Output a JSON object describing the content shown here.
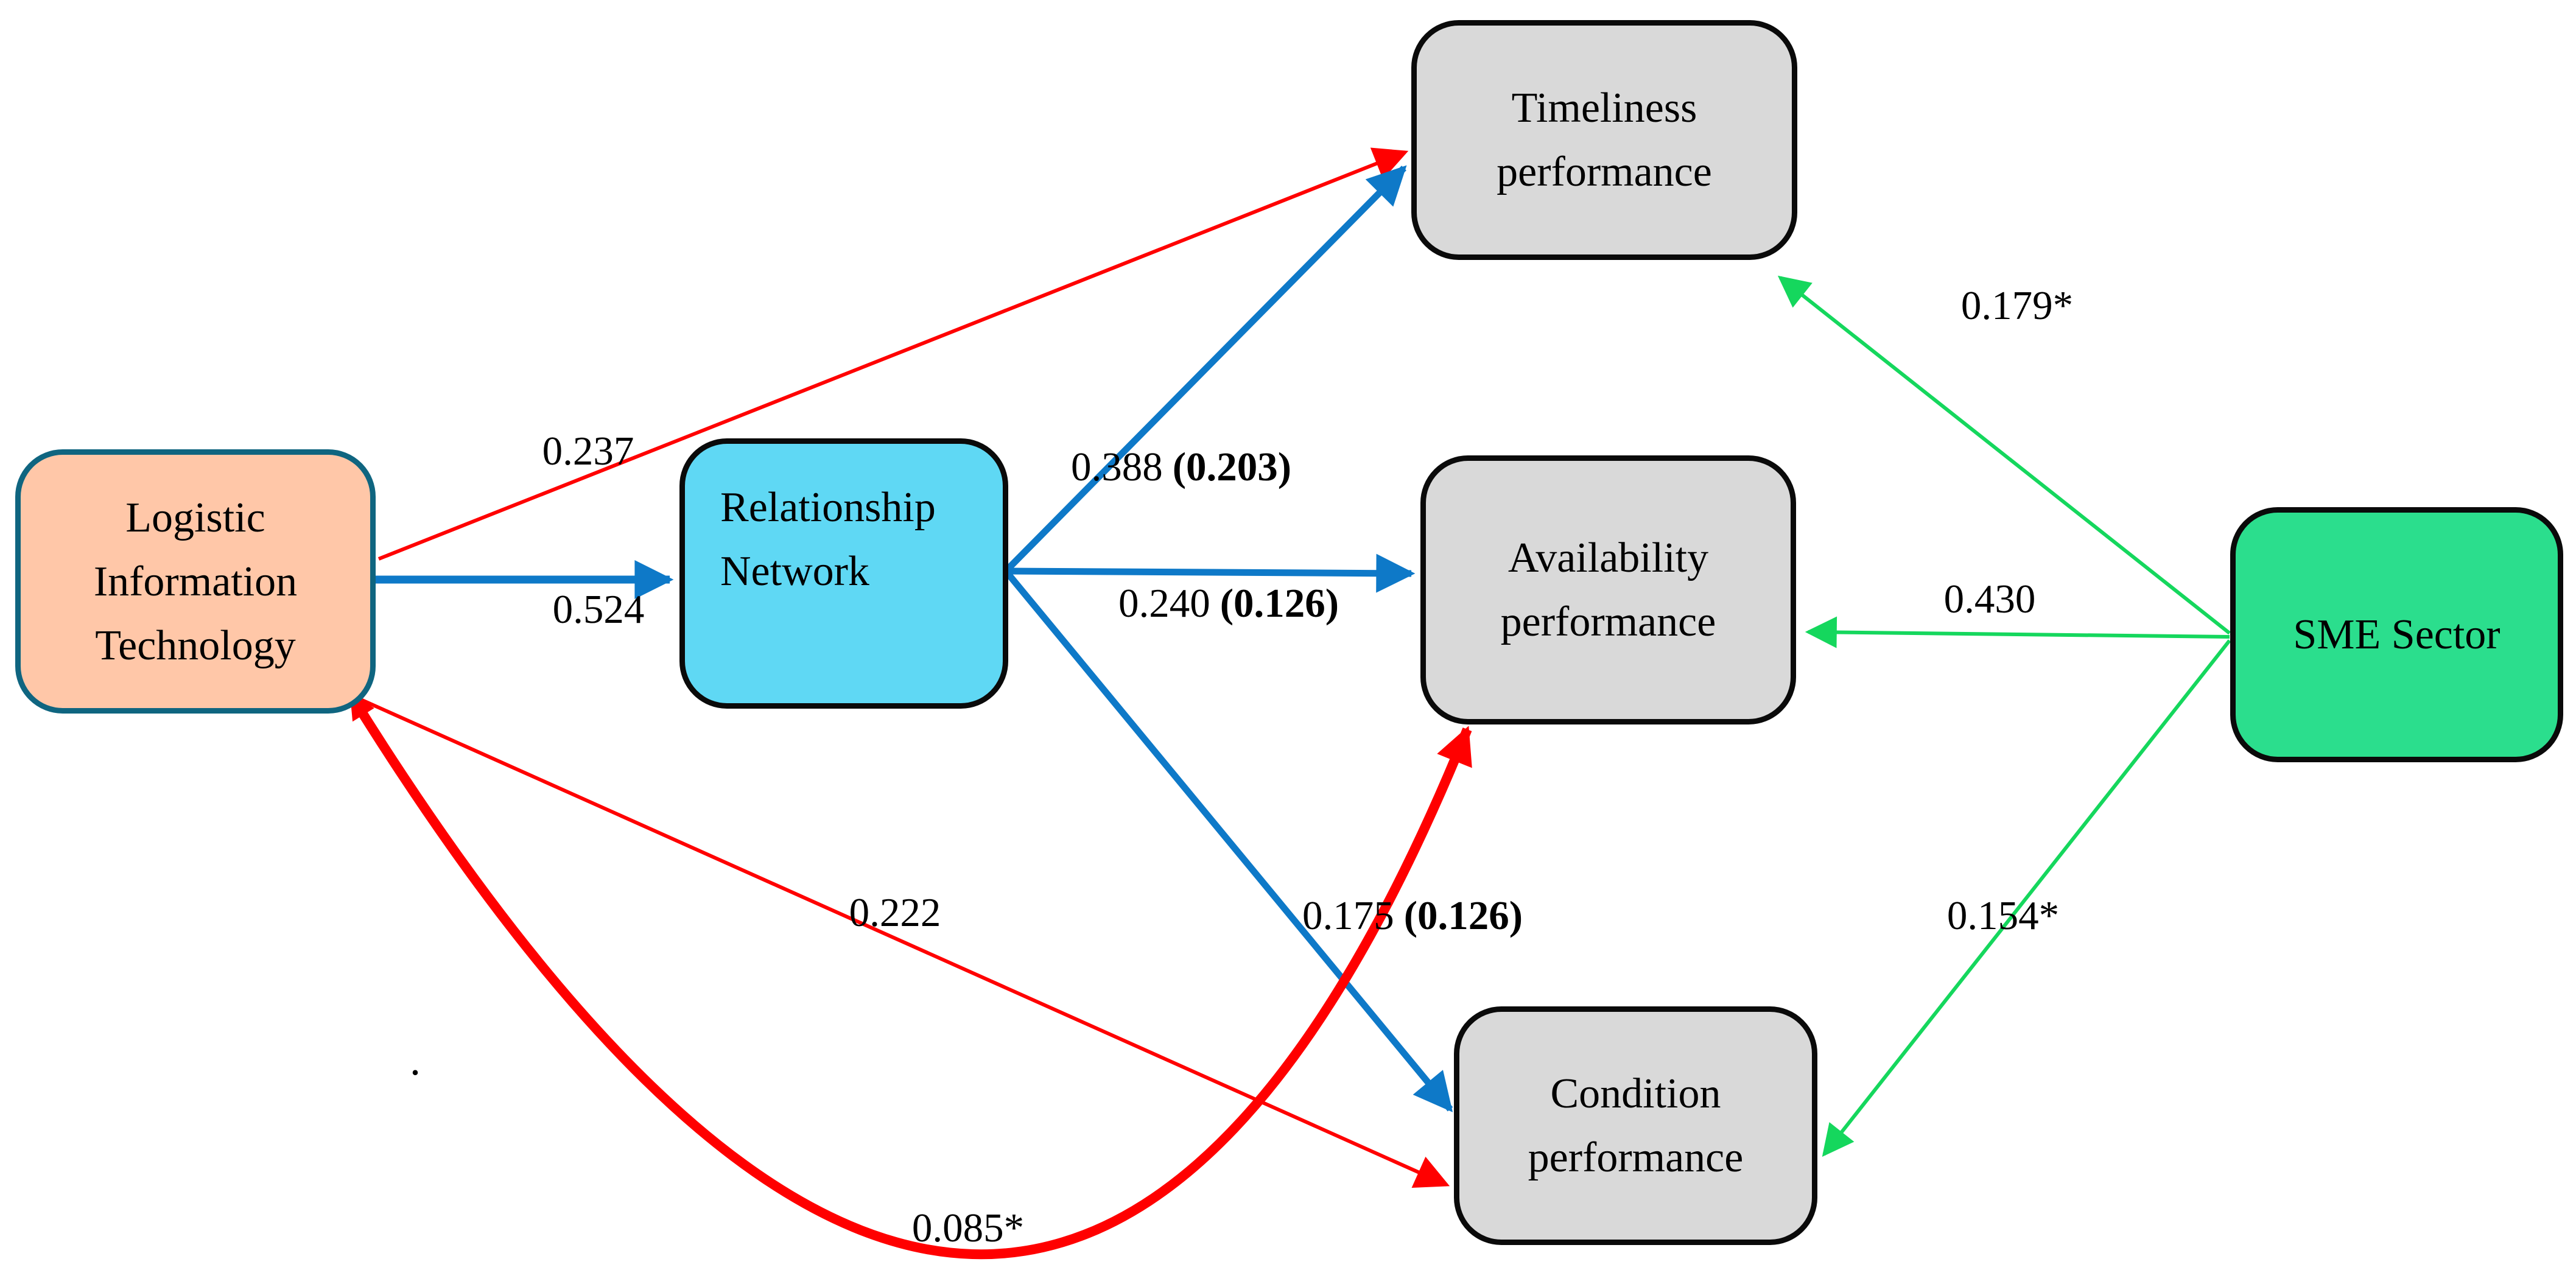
{
  "diagram": {
    "type": "structural-path-model",
    "nodes": [
      {
        "id": "lit",
        "label": "Logistic Information Technology",
        "fill": "#FFC7A8",
        "border": "#0F6580",
        "role": "exogenous-construct"
      },
      {
        "id": "rn",
        "label": "Relationship Network",
        "fill": "#5FD8F4",
        "border": "#000000",
        "role": "mediator-construct"
      },
      {
        "id": "timeliness",
        "label": "Timeliness performance",
        "fill": "#D9D9D9",
        "border": "#000000",
        "role": "outcome-construct"
      },
      {
        "id": "availability",
        "label": "Availability performance",
        "fill": "#D9D9D9",
        "border": "#000000",
        "role": "outcome-construct"
      },
      {
        "id": "condition",
        "label": "Condition performance",
        "fill": "#D9D9D9",
        "border": "#000000",
        "role": "outcome-construct"
      },
      {
        "id": "sme",
        "label": "SME Sector",
        "fill": "#2BDE8D",
        "border": "#000000",
        "role": "moderator-construct"
      }
    ],
    "edges": [
      {
        "from": "lit",
        "to": "timeliness",
        "coefficient": "0.237",
        "indirect": "",
        "color": "#FF0000"
      },
      {
        "from": "lit",
        "to": "rn",
        "coefficient": "0.524",
        "indirect": "",
        "color": "#0E79C8"
      },
      {
        "from": "rn",
        "to": "timeliness",
        "coefficient": "0.388",
        "indirect": "(0.203)",
        "color": "#0E79C8"
      },
      {
        "from": "rn",
        "to": "availability",
        "coefficient": "0.240",
        "indirect": "(0.126)",
        "color": "#0E79C8"
      },
      {
        "from": "rn",
        "to": "condition",
        "coefficient": "0.175",
        "indirect": "(0.126)",
        "color": "#0E79C8"
      },
      {
        "from": "lit",
        "to": "condition",
        "coefficient": "0.222",
        "indirect": "",
        "color": "#FF0000"
      },
      {
        "from": "lit",
        "to": "availability",
        "coefficient": "0.085*",
        "indirect": "",
        "color": "#FF0000",
        "shape": "curved",
        "double_headed": true
      },
      {
        "from": "sme",
        "to": "timeliness",
        "coefficient": "0.179*",
        "indirect": "",
        "color": "#15D75D"
      },
      {
        "from": "sme",
        "to": "availability",
        "coefficient": "0.430",
        "indirect": "",
        "color": "#15D75D"
      },
      {
        "from": "sme",
        "to": "condition",
        "coefficient": "0.154*",
        "indirect": "",
        "color": "#15D75D"
      }
    ],
    "stray_dot": "."
  },
  "colors": {
    "background": "#FFFFFF",
    "blue_path": "#0E79C8",
    "red_path": "#FF0000",
    "green_path": "#15D75D",
    "text": "#000000"
  }
}
